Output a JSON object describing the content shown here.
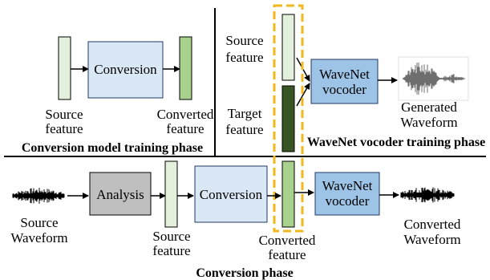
{
  "colors": {
    "feature_light": "#e3f1dc",
    "feature_mid": "#a9d18e",
    "feature_dark": "#375623",
    "conversion_box": "#dae8f6",
    "wavenet_box": "#9dc3e6",
    "analysis_box": "#bfbfbf",
    "highlight_dash": "#f2b81b",
    "box_stroke": "#1f3864"
  },
  "training_model": {
    "source_feature_l1": "Source",
    "source_feature_l2": "feature",
    "conversion": "Conversion",
    "converted_feature_l1": "Converted",
    "converted_feature_l2": "feature",
    "phase_title": "Conversion model training phase"
  },
  "training_vocoder": {
    "source_feature_l1": "Source",
    "source_feature_l2": "feature",
    "target_feature_l1": "Target",
    "target_feature_l2": "feature",
    "wavenet_l1": "WaveNet",
    "wavenet_l2": "vocoder",
    "generated_l1": "Generated",
    "generated_l2": "Waveform",
    "phase_title": "WaveNet vocoder training phase"
  },
  "conversion_phase": {
    "source_waveform_l1": "Source",
    "source_waveform_l2": "Waveform",
    "analysis": "Analysis",
    "source_feature_l1": "Source",
    "source_feature_l2": "feature",
    "conversion": "Conversion",
    "converted_feature_l1": "Converted",
    "converted_feature_l2": "feature",
    "wavenet_l1": "WaveNet",
    "wavenet_l2": "vocoder",
    "converted_waveform_l1": "Converted",
    "converted_waveform_l2": "Waveform",
    "phase_title": "Conversion phase"
  }
}
